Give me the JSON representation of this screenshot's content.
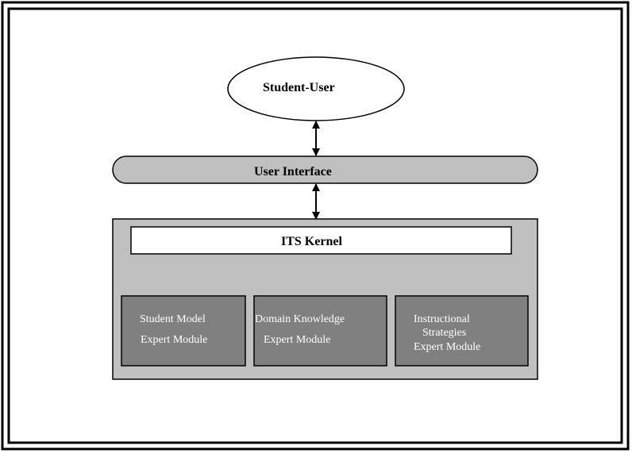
{
  "diagram": {
    "student_user": "Student-User",
    "user_interface": "User Interface",
    "its_kernel": "ITS Kernel",
    "modules": [
      {
        "line1": "Student Model",
        "line2": "Expert Module"
      },
      {
        "line1": "Domain Knowledge",
        "line2": "Expert Module"
      },
      {
        "line1": "Instructional",
        "line2": "Strategies",
        "line3": "Expert Module"
      }
    ]
  }
}
